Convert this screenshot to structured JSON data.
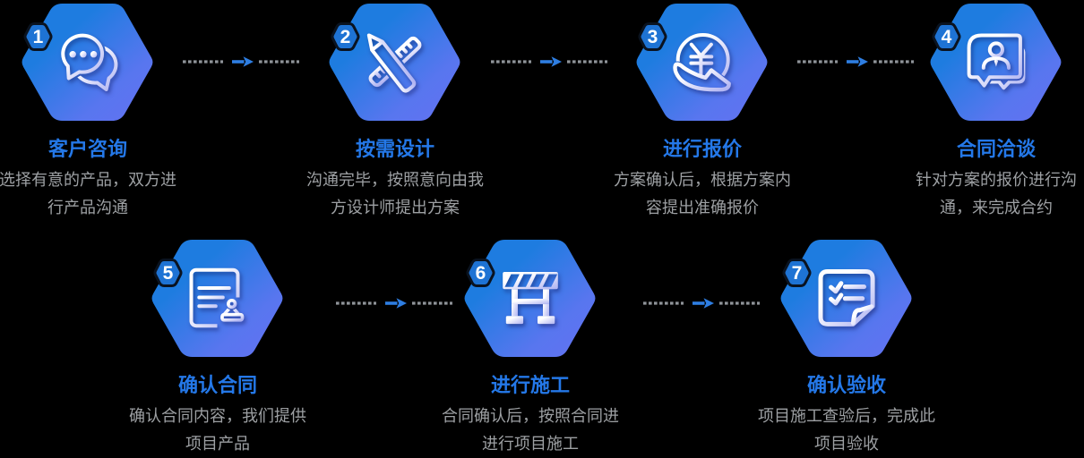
{
  "diagram": {
    "type": "process-flow",
    "background_color": "#000000",
    "steps": [
      {
        "number": "1",
        "title": "客户咨询",
        "description": "选择有意的产品，双方进\n行产品沟通",
        "icon": "chat-icon"
      },
      {
        "number": "2",
        "title": "按需设计",
        "description": "沟通完毕，按照意向由我\n方设计师提出方案",
        "icon": "pencil-ruler-icon"
      },
      {
        "number": "3",
        "title": "进行报价",
        "description": "方案确认后，根据方案内\n容提出准确报价",
        "icon": "coin-hand-icon"
      },
      {
        "number": "4",
        "title": "合同洽谈",
        "description": "针对方案的报价进行沟\n通，来完成合约",
        "icon": "person-bubble-icon"
      },
      {
        "number": "5",
        "title": "确认合同",
        "description": "确认合同内容，我们提供\n项目产品",
        "icon": "contract-person-icon"
      },
      {
        "number": "6",
        "title": "进行施工",
        "description": "合同确认后，按照合同进\n进行项目施工",
        "icon": "barrier-icon"
      },
      {
        "number": "7",
        "title": "确认验收",
        "description": "项目施工查验后，完成此\n项目验收",
        "icon": "checklist-icon"
      }
    ],
    "connector_icon": "dashed-arrow-right-icon",
    "colors": {
      "hexagon_gradient_start": "#2079DF",
      "hexagon_gradient_end": "#6470F2",
      "badge_fill": "#1E73D4",
      "badge_ring": "#0A1320",
      "badge_number": "#FFFFFF",
      "title_text": "#2478E8",
      "description_text": "#A0A2A5",
      "dash": "#8F9499",
      "arrow": "#2E7EE2",
      "icon_stroke_start": "#FFFFFF",
      "icon_stroke_end": "#B4B6F4"
    }
  }
}
